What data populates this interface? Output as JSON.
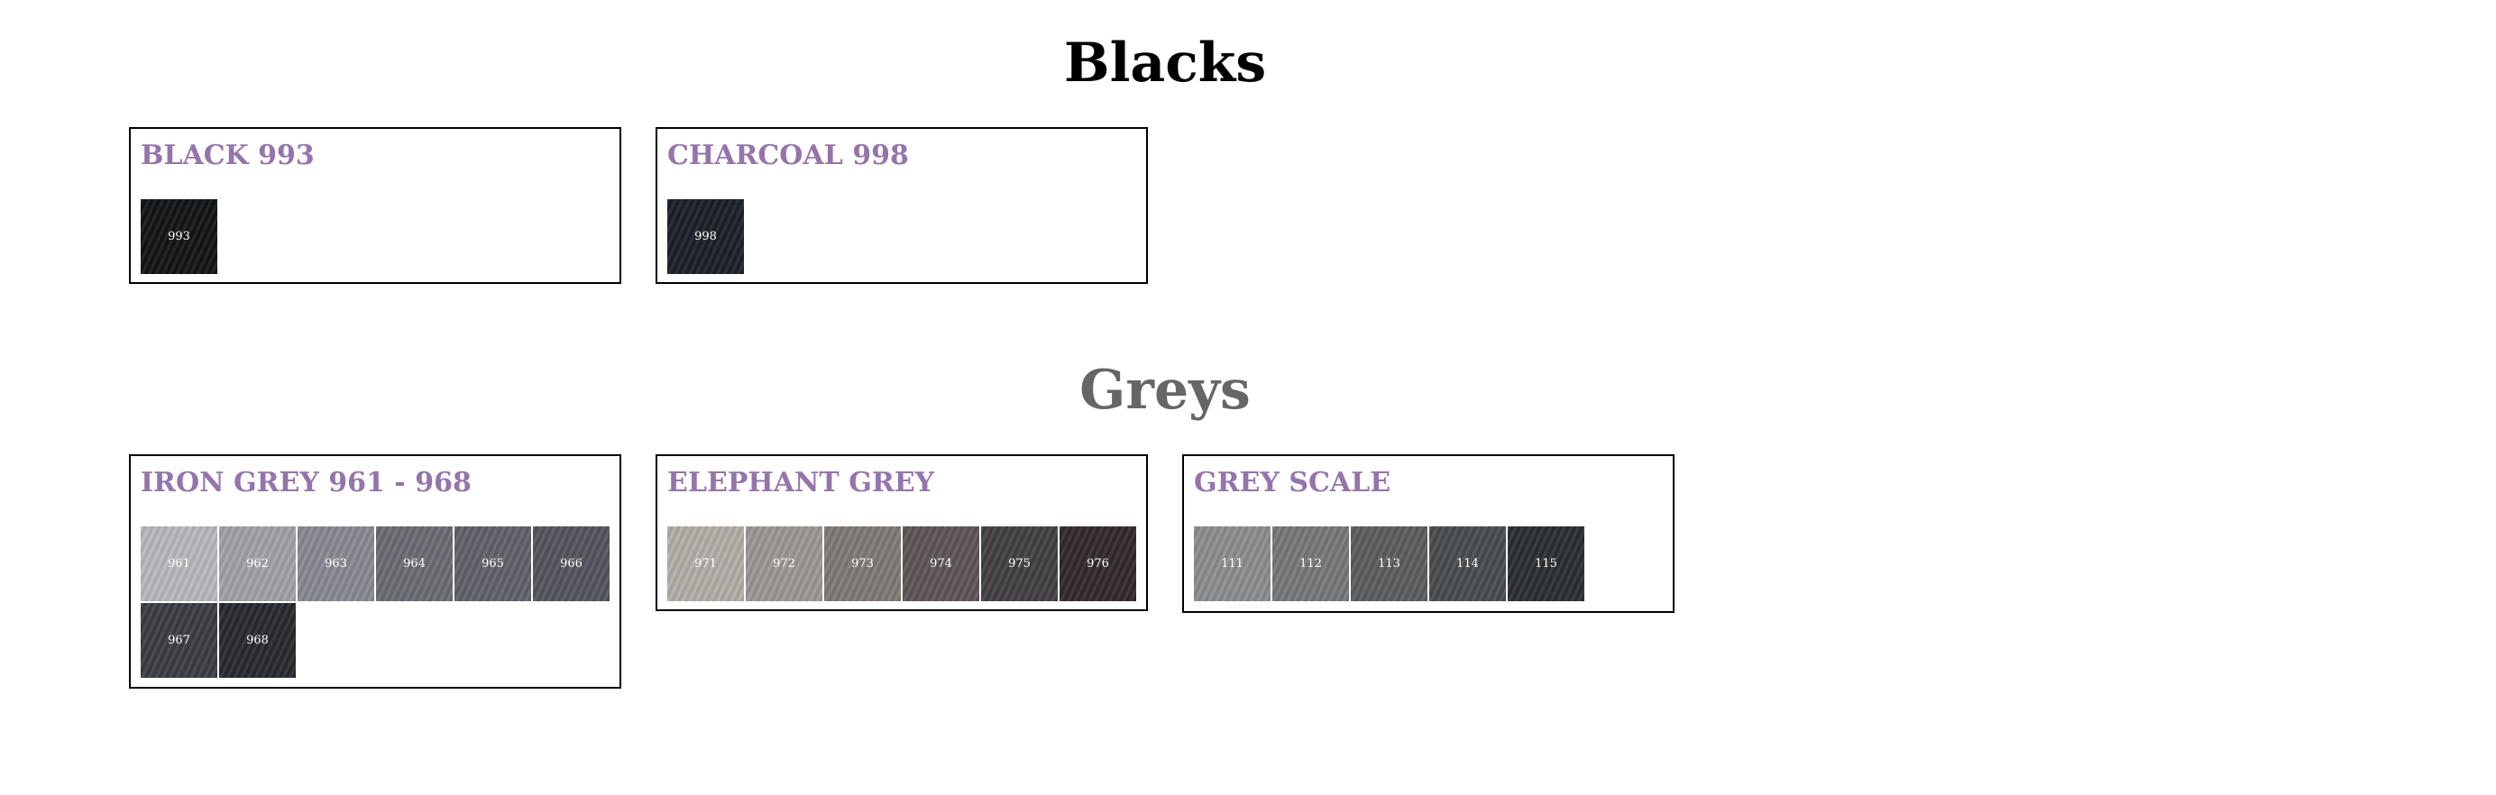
{
  "accent_color": "#9574ab",
  "sections": [
    {
      "title": "Blacks",
      "cards": [
        {
          "title": "BLACK 993",
          "swatches": [
            {
              "label": "993",
              "color": "#141517",
              "text_color": "#ffffff"
            }
          ]
        },
        {
          "title": "CHARCOAL 998",
          "swatches": [
            {
              "label": "998",
              "color": "#1c2128",
              "text_color": "#ffffff"
            }
          ]
        }
      ]
    },
    {
      "title": "Greys",
      "cards": [
        {
          "title": "IRON GREY 961 - 968",
          "swatches": [
            {
              "label": "961",
              "color": "#b9b9bd",
              "text_color": "#ffffff"
            },
            {
              "label": "962",
              "color": "#a2a2a8",
              "text_color": "#ffffff"
            },
            {
              "label": "963",
              "color": "#8a8a93",
              "text_color": "#ffffff"
            },
            {
              "label": "964",
              "color": "#6c6c74",
              "text_color": "#ffffff"
            },
            {
              "label": "965",
              "color": "#62626c",
              "text_color": "#ffffff"
            },
            {
              "label": "966",
              "color": "#55555e",
              "text_color": "#ffffff"
            },
            {
              "label": "967",
              "color": "#3d3e44",
              "text_color": "#ffffff"
            },
            {
              "label": "968",
              "color": "#2a2b31",
              "text_color": "#ffffff"
            }
          ]
        },
        {
          "title": "ELEPHANT GREY",
          "swatches": [
            {
              "label": "971",
              "color": "#b5aea9",
              "text_color": "#ffffff"
            },
            {
              "label": "972",
              "color": "#9d9895",
              "text_color": "#ffffff"
            },
            {
              "label": "973",
              "color": "#817a76",
              "text_color": "#ffffff"
            },
            {
              "label": "974",
              "color": "#5f5558",
              "text_color": "#ffffff"
            },
            {
              "label": "975",
              "color": "#444144",
              "text_color": "#ffffff"
            },
            {
              "label": "976",
              "color": "#342a2e",
              "text_color": "#ffffff"
            }
          ]
        },
        {
          "title": "GREY SCALE",
          "swatches": [
            {
              "label": "111",
              "color": "#8d8e90",
              "text_color": "#ffffff"
            },
            {
              "label": "112",
              "color": "#77787a",
              "text_color": "#ffffff"
            },
            {
              "label": "113",
              "color": "#5b5e60",
              "text_color": "#ffffff"
            },
            {
              "label": "114",
              "color": "#4a4d50",
              "text_color": "#ffffff"
            },
            {
              "label": "115",
              "color": "#2c2f31",
              "text_color": "#ffffff"
            }
          ]
        }
      ]
    }
  ]
}
